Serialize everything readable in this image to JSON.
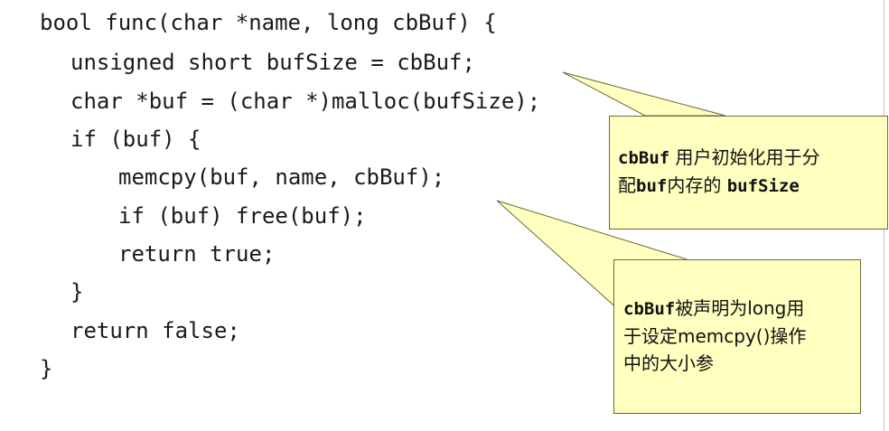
{
  "code": {
    "lines": [
      "bool func(char *name, long cbBuf) {",
      "unsigned short bufSize = cbBuf;",
      "char *buf = (char *)malloc(bufSize);",
      "if (buf) {",
      "memcpy(buf, name, cbBuf);",
      "if (buf) free(buf);",
      "return true;",
      "}",
      "return false;",
      "}"
    ]
  },
  "callouts": {
    "first": {
      "term1": "cbBuf",
      "text1": " 用户初始化用于分",
      "text2": "配",
      "term2": "buf",
      "text3": "内存的 ",
      "term3": "bufSize"
    },
    "second": {
      "term1": "cbBuf",
      "text1": "被声明为long用",
      "text2": "于设定memcpy()操作",
      "text3": "中的大小参"
    }
  },
  "colors": {
    "callout_fill": "#ffffc0",
    "callout_border": "#6b6b3a",
    "code_text": "#1a1a1a"
  }
}
